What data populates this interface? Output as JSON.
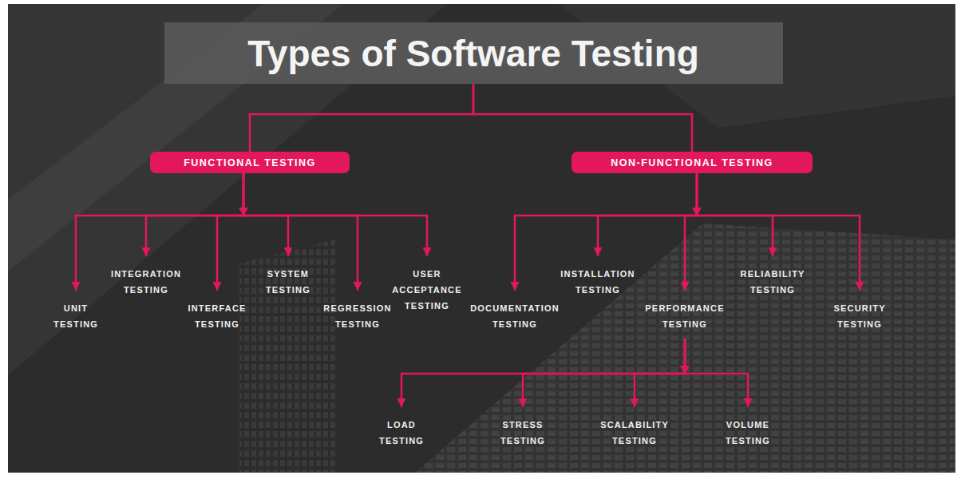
{
  "diagram": {
    "nodes": [
      {
        "text": [
          "Types of Software Testing"
        ]
      },
      {
        "text": [
          "FUNCTIONAL TESTING"
        ]
      },
      {
        "text": [
          "NON-FUNCTIONAL TESTING"
        ]
      },
      {
        "text": [
          "UNIT TESTING"
        ]
      },
      {
        "text": [
          "INTEGRATION TESTING"
        ]
      },
      {
        "text": [
          "INTERFACE TESTING"
        ]
      },
      {
        "text": [
          "SYSTEM TESTING"
        ]
      },
      {
        "text": [
          "REGRESSION TESTING"
        ]
      },
      {
        "text": [
          "USER ACCEPTANCE TESTING"
        ]
      },
      {
        "text": [
          "DOCUMENTATION TESTING"
        ]
      },
      {
        "text": [
          "INSTALLATION TESTING"
        ]
      },
      {
        "text": [
          "PERFORMANCE TESTING"
        ]
      },
      {
        "text": [
          "RELIABILITY TESTING"
        ]
      },
      {
        "text": [
          "SECURITY TESTING"
        ]
      },
      {
        "text": [
          "LOAD TESTING"
        ]
      },
      {
        "text": [
          "STRESS TESTING"
        ]
      },
      {
        "text": [
          "SCALABILITY TESTING"
        ]
      },
      {
        "text": [
          "VOLUME TESTING"
        ]
      }
    ],
    "edges": [
      {
        "from": 0,
        "to": 1,
        "arrow": "none"
      },
      {
        "from": 0,
        "to": 2,
        "arrow": "none"
      },
      {
        "from": 1,
        "to": 3,
        "arrow": "to"
      },
      {
        "from": 1,
        "to": 4,
        "arrow": "to"
      },
      {
        "from": 1,
        "to": 5,
        "arrow": "to"
      },
      {
        "from": 1,
        "to": 6,
        "arrow": "to"
      },
      {
        "from": 1,
        "to": 7,
        "arrow": "to"
      },
      {
        "from": 1,
        "to": 8,
        "arrow": "to"
      },
      {
        "from": 2,
        "to": 9,
        "arrow": "to"
      },
      {
        "from": 2,
        "to": 10,
        "arrow": "to"
      },
      {
        "from": 2,
        "to": 11,
        "arrow": "to"
      },
      {
        "from": 2,
        "to": 12,
        "arrow": "to"
      },
      {
        "from": 2,
        "to": 13,
        "arrow": "to"
      },
      {
        "from": 11,
        "to": 14,
        "arrow": "to"
      },
      {
        "from": 11,
        "to": 15,
        "arrow": "to"
      },
      {
        "from": 11,
        "to": 16,
        "arrow": "to"
      },
      {
        "from": 11,
        "to": 17,
        "arrow": "to"
      }
    ]
  }
}
